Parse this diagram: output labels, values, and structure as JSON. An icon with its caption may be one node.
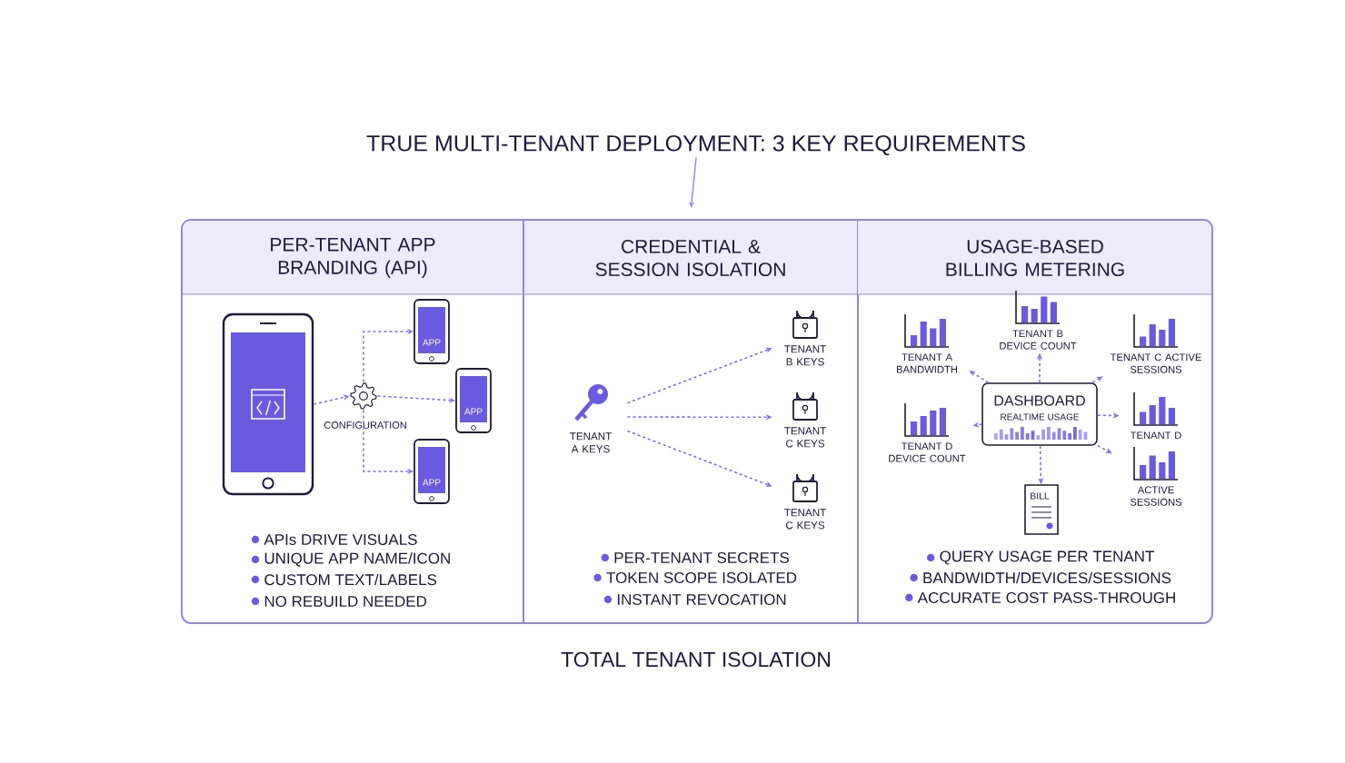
{
  "diagram": {
    "nodes": [
      {
        "text": [
          "TRUE MULTI-TENANT DEPLOYMENT: 3 KEY REQUIREMENTS"
        ]
      },
      {
        "text": [
          "PER-TENANT APP BRANDING (API)",
          "APIs DRIVE VISUALS",
          "UNIQUE APP NAME/ICON",
          "CUSTOM TEXT/LABELS",
          "NO REBUILD NEEDED"
        ]
      },
      {
        "text": [
          "CREDENTIAL & SESSION ISOLATION",
          "PER-TENANT SECRETS",
          "TOKEN SCOPE ISOLATED",
          "INSTANT REVOCATION"
        ]
      },
      {
        "text": [
          "USAGE-BASED BILLING METERING",
          "QUERY USAGE PER TENANT",
          "BANDWIDTH/DEVICES/SESSIONS",
          "ACCURATE COST PASS-THROUGH"
        ]
      },
      {
        "text": [],
        "shape": "phone",
        "in": 1
      },
      {
        "text": [],
        "shape": "gear",
        "beside": [
          "CONFIGURATION"
        ],
        "in": 1
      },
      {
        "text": [
          "APP"
        ],
        "in": 1
      },
      {
        "text": [
          "APP"
        ],
        "in": 1
      },
      {
        "text": [
          "APP"
        ],
        "in": 1
      },
      {
        "text": [
          "TENANT A KEYS"
        ],
        "in": 2
      },
      {
        "text": [
          "TENANT B KEYS"
        ],
        "in": 2
      },
      {
        "text": [
          "TENANT C KEYS"
        ],
        "in": 2
      },
      {
        "text": [
          "TENANT C KEYS"
        ],
        "in": 2
      },
      {
        "text": [
          "DASHBOARD",
          "REALTIME USAGE"
        ],
        "in": 3
      },
      {
        "text": [
          "TENANT A BANDWIDTH"
        ],
        "in": 3
      },
      {
        "text": [
          "TENANT B DEVICE COUNT"
        ],
        "in": 3
      },
      {
        "text": [
          "TENANT C ACTIVE SESSIONS"
        ],
        "in": 3
      },
      {
        "text": [
          "TENANT D DEVICE COUNT"
        ],
        "in": 3
      },
      {
        "text": [
          "TENANT D"
        ],
        "in": 3
      },
      {
        "text": [
          "ACTIVE SESSIONS"
        ],
        "in": 3
      },
      {
        "text": [
          "BILL"
        ],
        "in": 3
      }
    ],
    "edges": [
      {
        "from": 0,
        "to": 2,
        "arrow": "to",
        "color": "#9b92ee"
      },
      {
        "from": 4,
        "to": 5,
        "arrow": "to",
        "style": "dashed"
      },
      {
        "from": 5,
        "to": 6,
        "arrow": "to",
        "style": "dashed"
      },
      {
        "from": 5,
        "to": 7,
        "arrow": "to",
        "style": "dashed"
      },
      {
        "from": 5,
        "to": 8,
        "arrow": "to",
        "style": "dashed"
      },
      {
        "from": 9,
        "to": 10,
        "arrow": "to",
        "style": "dashed"
      },
      {
        "from": 9,
        "to": 11,
        "arrow": "to",
        "style": "dashed"
      },
      {
        "from": 9,
        "to": 12,
        "arrow": "to",
        "style": "dashed"
      },
      {
        "from": 13,
        "to": 14,
        "arrow": "to",
        "style": "dashed"
      },
      {
        "from": 13,
        "to": 15,
        "arrow": "to",
        "style": "dashed"
      },
      {
        "from": 13,
        "to": 16,
        "arrow": "to",
        "style": "dashed"
      },
      {
        "from": 13,
        "to": 17,
        "arrow": "to",
        "style": "dashed"
      },
      {
        "from": 13,
        "to": 18,
        "arrow": "to",
        "style": "dashed"
      },
      {
        "from": 13,
        "to": 19,
        "arrow": "to",
        "style": "dashed"
      },
      {
        "from": 13,
        "to": 20,
        "arrow": "to",
        "style": "dashed"
      }
    ],
    "labels": [
      "TOTAL TENANT ISOLATION"
    ]
  }
}
